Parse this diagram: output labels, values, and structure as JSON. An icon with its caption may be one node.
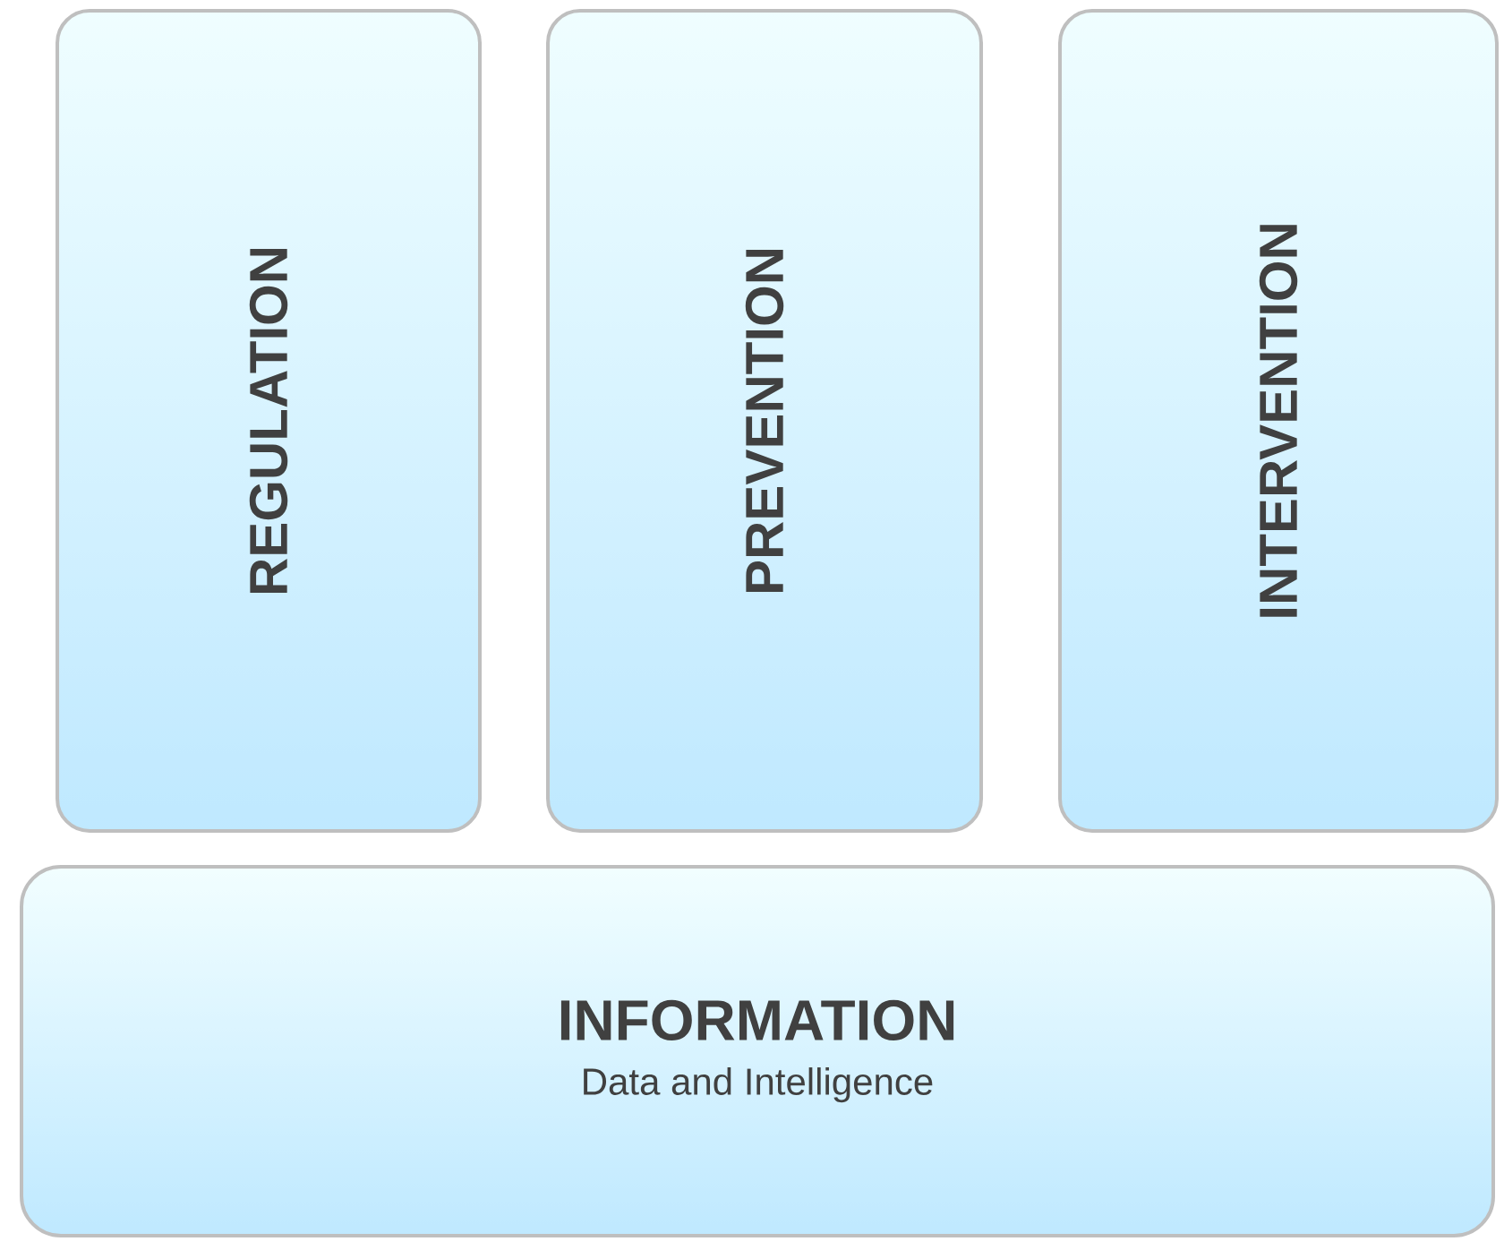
{
  "diagram": {
    "nodes": [
      {
        "text": [
          "REGULATION"
        ]
      },
      {
        "text": [
          "PREVENTION"
        ]
      },
      {
        "text": [
          "INTERVENTION"
        ]
      },
      {
        "text": [
          "INFORMATION",
          "Data and Intelligence"
        ]
      }
    ]
  }
}
